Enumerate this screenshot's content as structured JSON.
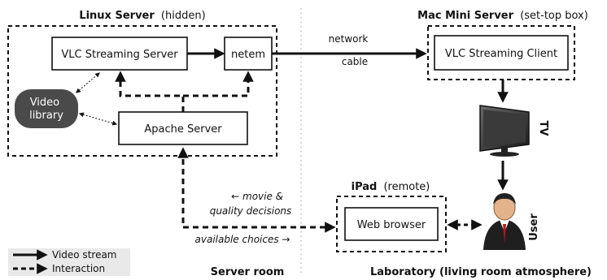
{
  "linux_server": {
    "title": "Linux Server",
    "note": "(hidden)"
  },
  "mac_server": {
    "title": "Mac Mini Server",
    "note": "(set-top box)"
  },
  "ipad": {
    "title": "iPad",
    "note": "(remote)"
  },
  "boxes": {
    "vlc_server": "VLC Streaming Server",
    "netem": "netem",
    "apache": "Apache Server",
    "vlc_client": "VLC Streaming Client",
    "web_browser": "Web browser"
  },
  "video_library": {
    "line1": "Video",
    "line2": "library"
  },
  "network_cable": {
    "line1": "network",
    "line2": "cable"
  },
  "tv_label": "TV",
  "user_label": "User",
  "decisions": {
    "line1": "← movie &",
    "line2": "quality decisions"
  },
  "choices": "available choices →",
  "legend": {
    "stream": "Video stream",
    "interaction": "Interaction"
  },
  "rooms": {
    "server": "Server room",
    "lab": "Laboratory (living room atmosphere)"
  },
  "colors": {
    "library_fill": "#4a4a4a",
    "legend_bg": "#e9e9e9",
    "divider": "#999999"
  }
}
